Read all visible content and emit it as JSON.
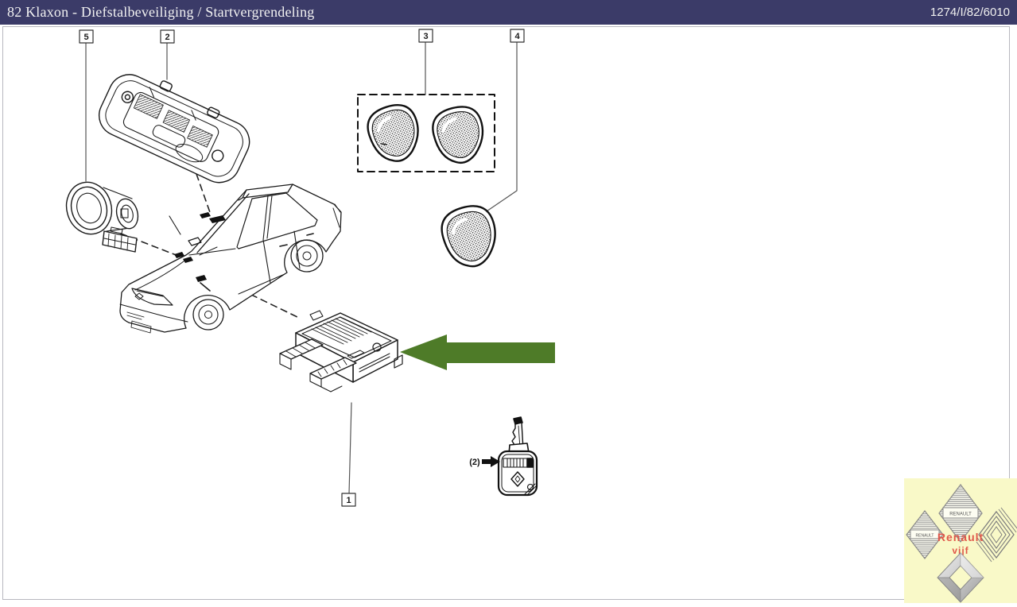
{
  "titlebar": {
    "title": "82 Klaxon - Diefstalbeveiliging / Startvergrendeling",
    "doc_ref": "1274/I/82/6010"
  },
  "colors": {
    "titlebar_bg": "#3b3b68",
    "titlebar_text": "#f2f2f2",
    "drawing_line": "#1a1a1a",
    "arrow_green": "#4e7b28",
    "logo_panel_bg": "#f9f9c8",
    "brand_text": "#e0574a"
  },
  "callouts": [
    {
      "label": "5"
    },
    {
      "label": "2"
    },
    {
      "label": "3"
    },
    {
      "label": "4"
    },
    {
      "label": "1"
    }
  ],
  "key_annotation": "(2)",
  "logo_panel": {
    "line1": "Renault",
    "line2": "vijf",
    "badge_text": "RENAULT"
  }
}
